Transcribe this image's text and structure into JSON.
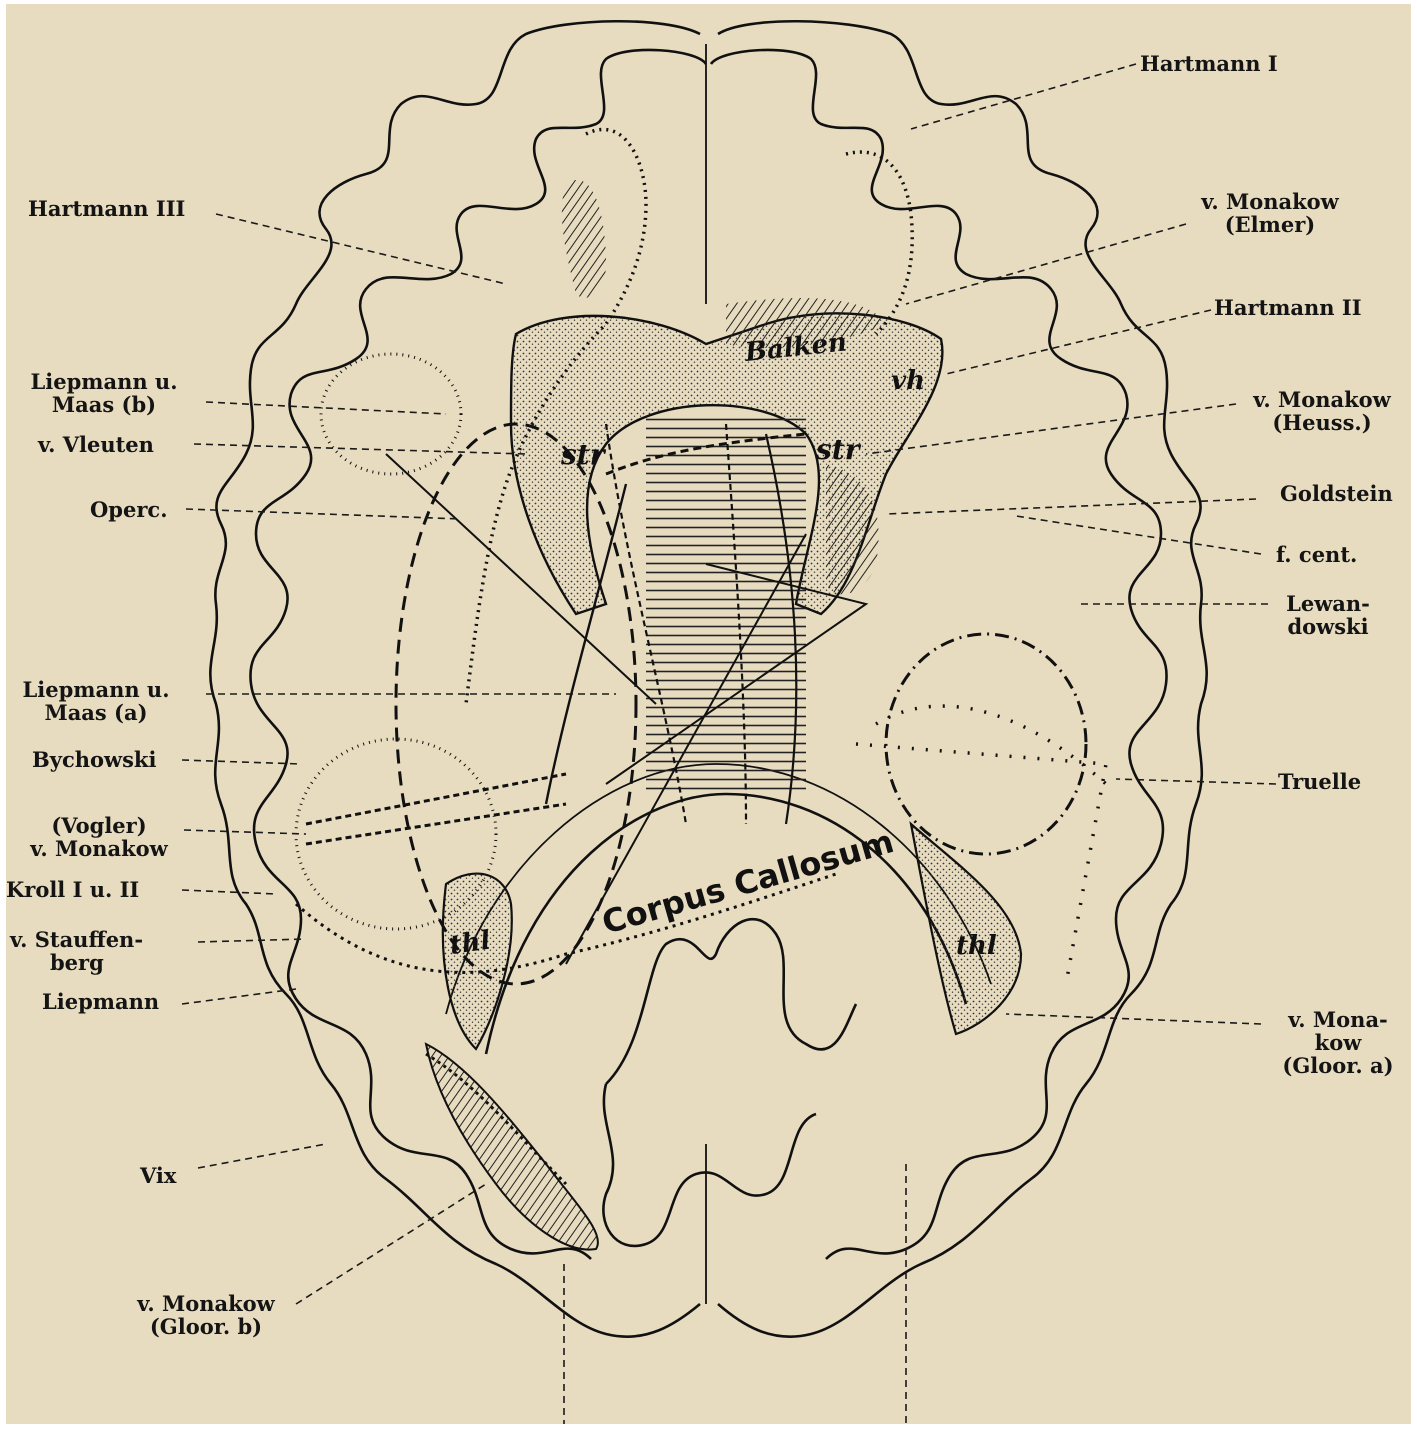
{
  "labels": {
    "hartmann_1": "Hartmann I",
    "hartmann_3": "Hartmann III",
    "monakow_elmer_1": "v. Monakow",
    "monakow_elmer_2": "(Elmer)",
    "hartmann_2": "Hartmann II",
    "liepmann_b_1": "Liepmann u.",
    "liepmann_b_2": "Maas (b)",
    "monakow_heuss_1": "v. Monakow",
    "monakow_heuss_2": "(Heuss.)",
    "vleuten": "v. Vleuten",
    "goldstein": "Goldstein",
    "operc": "Operc.",
    "f_cent": "f. cent.",
    "lewandowski_1": "Lewan-",
    "lewandowski_2": "dowski",
    "liepmann_a_1": "Liepmann u.",
    "liepmann_a_2": "Maas (a)",
    "bychowski": "Bychowski",
    "truelle": "Truelle",
    "vogler_1": "(Vogler)",
    "vogler_2": "v. Monakow",
    "kroll": "Kroll I u. II",
    "stauffenberg_1": "v. Stauffen-",
    "stauffenberg_2": "berg",
    "liepmann": "Liepmann",
    "monakow_gloor_a_1": "v. Mona-",
    "monakow_gloor_a_2": "kow",
    "monakow_gloor_a_3": "(Gloor. a)",
    "vix": "Vix",
    "monakow_gloor_b_1": "v. Monakow",
    "monakow_gloor_b_2": "(Gloor. b)"
  },
  "structures": {
    "corpus_callosum": "Corpus Callosum",
    "str_left": "str",
    "str_right": "str",
    "vh": "vh",
    "thl_left": "thl",
    "thl_right": "thl",
    "balken": "Balken"
  },
  "colors": {
    "paper": "#e8dcc0",
    "ink": "#141414"
  }
}
